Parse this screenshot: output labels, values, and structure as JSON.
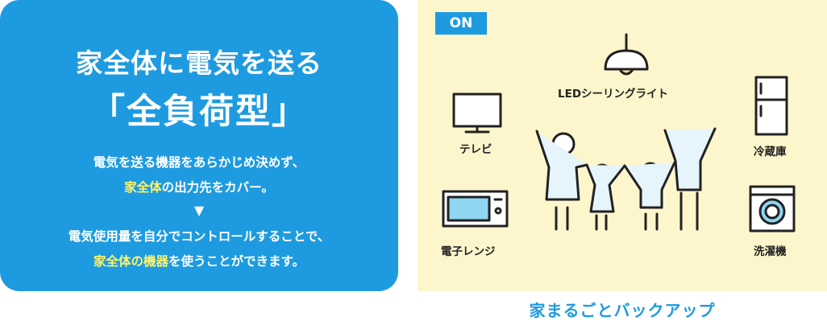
{
  "left": {
    "title_line1": "家全体に電気を送る",
    "title_line2": "「全負荷型」",
    "line1": "電気を送る機器をあらかじめ決めず、",
    "line2_highlight": "家全体",
    "line2_rest": "の出力先をカバー。",
    "arrow": "▼",
    "line3": "電気使用量を自分でコントロールすることで、",
    "line4_highlight": "家全体の機器",
    "line4_rest": "を使うことができます。"
  },
  "right": {
    "badge": "ON",
    "ceiling_light": "LEDシーリングライト",
    "tv": "テレビ",
    "fridge": "冷蔵庫",
    "microwave": "電子レンジ",
    "washer": "洗濯機",
    "caption": "家まるごとバックアップ"
  },
  "colors": {
    "accent": "#1e9be0",
    "highlight": "#fff36b",
    "panel_bg": "#fdf6cc"
  }
}
